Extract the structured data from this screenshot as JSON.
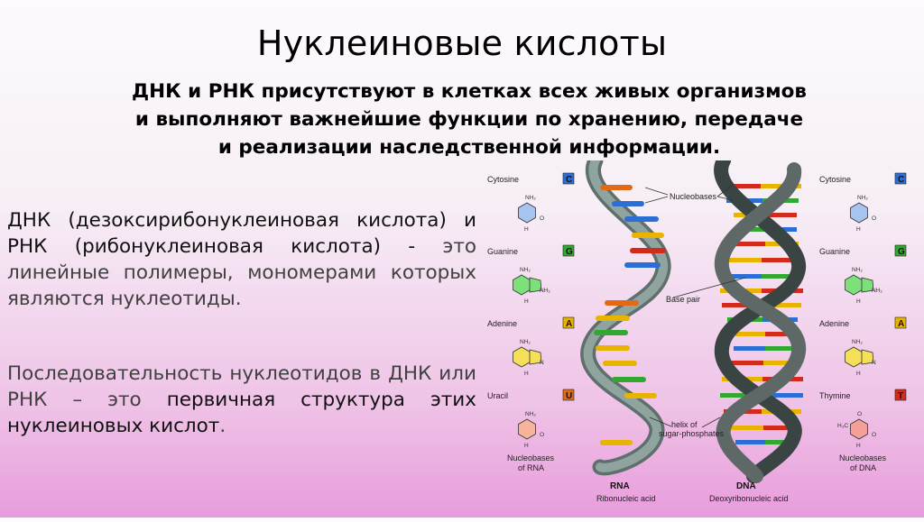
{
  "slide": {
    "title": "Нуклеиновые кислоты",
    "subtitle": "ДНК и РНК присутствуют в клетках всех живых организмов и выполняют важнейшие функции по хранению, передаче и реализации наследственной информации.",
    "paragraph1": {
      "lead": "ДНК (дезоксирибонуклеиновая кислота) и РНК (рибонуклеиновая кислота) -",
      "rest": " это линейные полимеры, мономерами которых являются нуклеотиды."
    },
    "paragraph2": {
      "lead": "Последовательность нуклеотидов в ДНК или РНК – это ",
      "emph": "первичная структура этих нуклеиновых кислот",
      "tail": "."
    }
  },
  "figure": {
    "labels": {
      "nucleobases": "Nucleobases",
      "base_pair": "Base pair",
      "helix_line1": "helix of",
      "helix_line2": "sugar-phosphates",
      "rna_title": "RNA",
      "rna_subtitle": "Ribonucleic acid",
      "dna_title": "DNA",
      "dna_subtitle": "Deoxyribonucleic acid",
      "rna_bases_line1": "Nucleobases",
      "rna_bases_line2": "of RNA",
      "dna_bases_line1": "Nucleobases",
      "dna_bases_line2": "of DNA"
    },
    "rna_bases": [
      {
        "name": "Cytosine",
        "letter": "C",
        "color": "#2b6fd6",
        "ring": "#a7c3ef"
      },
      {
        "name": "Guanine",
        "letter": "G",
        "color": "#32a832",
        "ring": "#7ee07a"
      },
      {
        "name": "Adenine",
        "letter": "A",
        "color": "#e8b400",
        "ring": "#f5e05a"
      },
      {
        "name": "Uracil",
        "letter": "U",
        "color": "#e26a17",
        "ring": "#f6b49a"
      }
    ],
    "dna_bases": [
      {
        "name": "Cytosine",
        "letter": "C",
        "color": "#2b6fd6",
        "ring": "#a7c3ef"
      },
      {
        "name": "Guanine",
        "letter": "G",
        "color": "#32a832",
        "ring": "#7ee07a"
      },
      {
        "name": "Adenine",
        "letter": "A",
        "color": "#e8b400",
        "ring": "#f5e05a"
      },
      {
        "name": "Thymine",
        "letter": "T",
        "color": "#d42a1e",
        "ring": "#f5a19a"
      }
    ],
    "chem": {
      "nh2": "NH₂",
      "nh": "NH",
      "n": "N",
      "o": "O",
      "h": "H",
      "h3c": "H₃C"
    }
  }
}
